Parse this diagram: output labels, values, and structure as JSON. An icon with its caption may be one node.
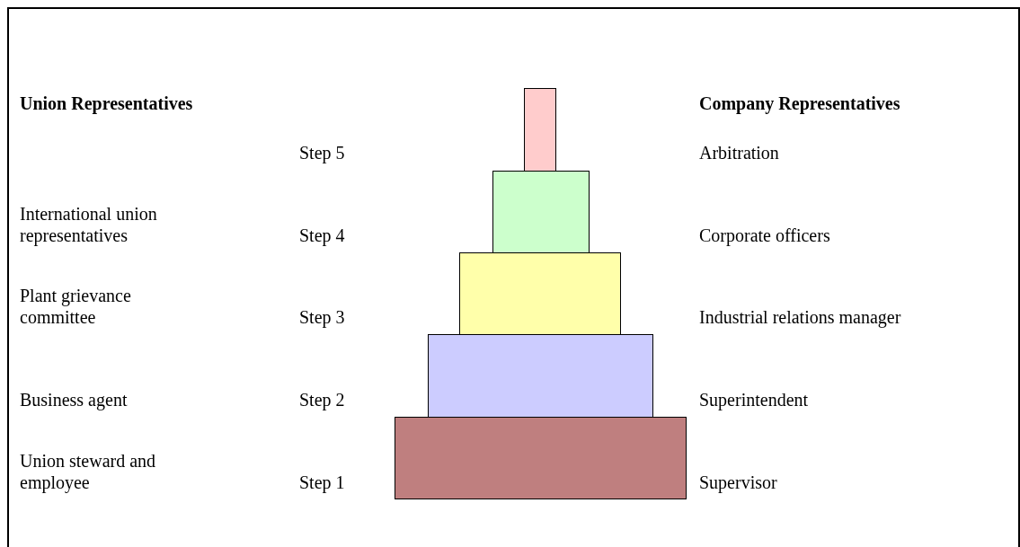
{
  "diagram": {
    "nodes": [
      {
        "text": [],
        "shape": "box"
      },
      {
        "text": [],
        "shape": "box"
      },
      {
        "text": [],
        "shape": "box"
      },
      {
        "text": [],
        "shape": "box"
      },
      {
        "text": [],
        "shape": "box"
      }
    ],
    "labels": [
      "Union Representatives",
      "Company Representatives",
      "Step 5",
      "Arbitration",
      "International union representatives",
      "Step 4",
      "Corporate officers",
      "Plant grievance committee",
      "Step 3",
      "Industrial relations manager",
      "Business agent",
      "Step 2",
      "Superintendent",
      "Union steward and employee",
      "Step 1",
      "Supervisor"
    ]
  }
}
